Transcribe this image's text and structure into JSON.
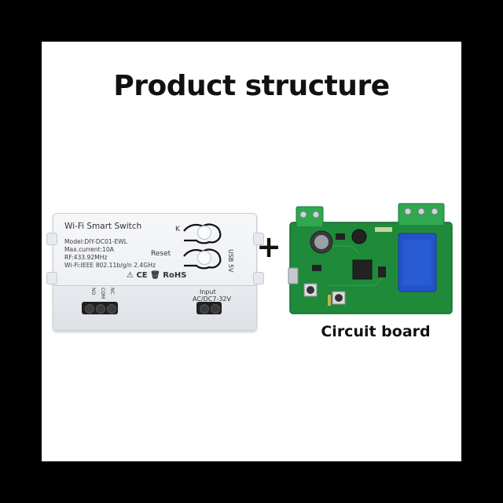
{
  "title": "Product structure",
  "plus": "+",
  "caption": "Circuit board",
  "device": {
    "name": "Wi-Fi Smart Switch",
    "specs": [
      "Model:DIY-DC01-EWL",
      "Max.current:10A",
      "RF:433.92MHz",
      "Wi-Fi:IEEE 802.11b/g/n 2.4GHz"
    ],
    "k_label": "K",
    "reset_label": "Reset",
    "usb_label": "USB 5V",
    "certs": "⚠ CE 🗑 RoHS",
    "terminals": [
      "NO",
      "COM",
      "NC"
    ],
    "input_label": "Input",
    "input_voltage": "AC/DC7-32V"
  },
  "colors": {
    "background": "#000000",
    "panel": "#ffffff",
    "pcb": "#1f8a3a",
    "terminal_green": "#2fa84f",
    "relay_blue": "#2453c8"
  }
}
